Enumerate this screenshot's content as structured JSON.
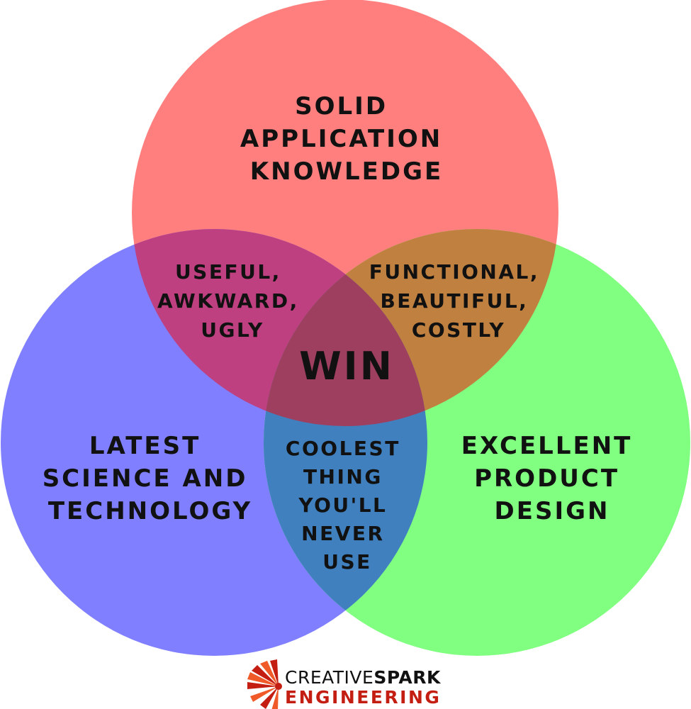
{
  "colors": {
    "top_circle": "#ff7f7f",
    "left_circle": "#7f7fff",
    "right_circle": "#80ff80",
    "top_left_overlap": "#bf4080",
    "top_right_overlap": "#bf8040",
    "left_right_overlap": "#4080bf",
    "center_overlap": "#9f3f5f",
    "logo_red": "#c41e12",
    "logo_orange": "#f05a28"
  },
  "circles": {
    "top": {
      "lines": [
        "SOLID",
        "APPLICATION",
        "KNOWLEDGE"
      ]
    },
    "left": {
      "lines": [
        "LATEST",
        "SCIENCE AND",
        "TECHNOLOGY"
      ]
    },
    "right": {
      "lines": [
        "EXCELLENT",
        "PRODUCT",
        "DESIGN"
      ]
    }
  },
  "overlaps": {
    "top_left": {
      "lines": [
        "USEFUL,",
        "AWKWARD,",
        "UGLY"
      ]
    },
    "top_right": {
      "lines": [
        "FUNCTIONAL,",
        "BEAUTIFUL,",
        "COSTLY"
      ]
    },
    "left_right": {
      "lines": [
        "COOLEST",
        "THING",
        "YOU'LL",
        "NEVER",
        "USE"
      ]
    },
    "center": {
      "text": "WIN"
    }
  },
  "logo": {
    "word1": "CREATIVE",
    "word2": "SPARK",
    "word3": "ENGINEERING",
    "icon": "spark-burst-icon"
  }
}
